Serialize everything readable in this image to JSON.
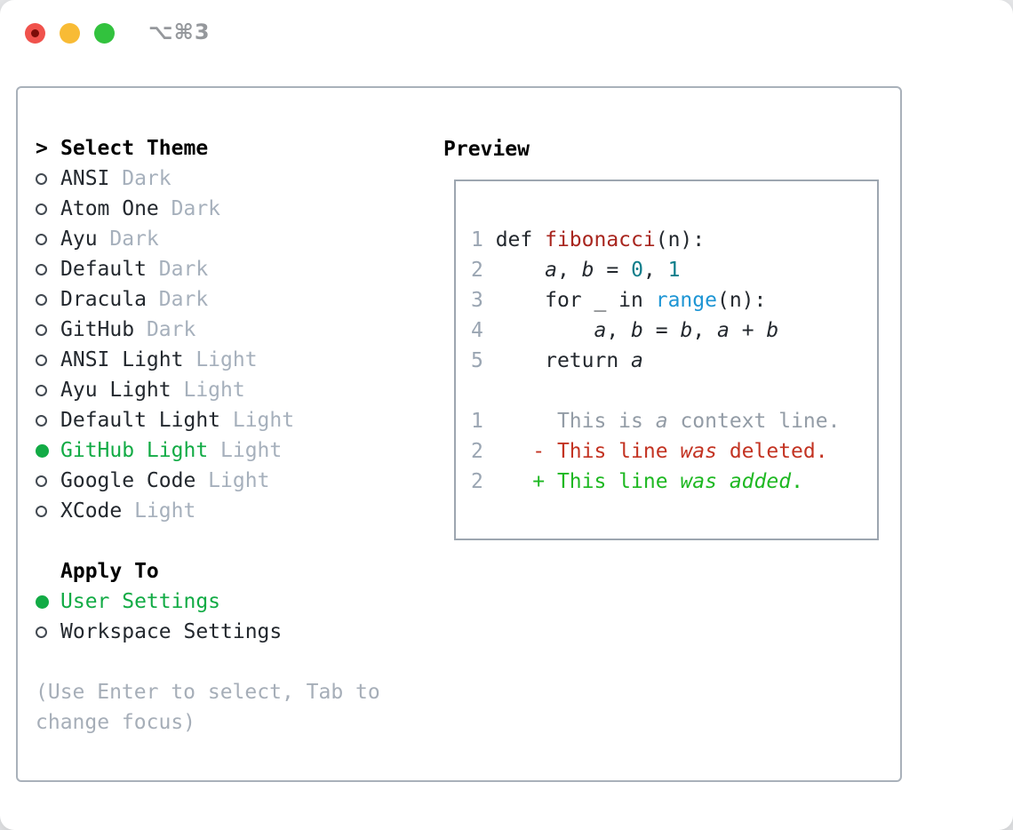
{
  "window": {
    "shortcut_title": "⌥⌘3",
    "traffic_lights": [
      "close",
      "minimize",
      "zoom"
    ]
  },
  "colors": {
    "ink": "#23282e",
    "border": "#a9b1ba",
    "muted": "#a6b0bc",
    "help": "#a6aeb8",
    "lineno": "#9aa5b2",
    "green_sel": "#12ab45",
    "add_green": "#1eb822",
    "del_red": "#c33322",
    "func_red": "#a8251e",
    "num_teal": "#0d7d8a",
    "builtin_blue": "#1d95d4",
    "ctx_gray": "#939ca6",
    "tl_red": "#f0524c",
    "tl_red_dot": "#7b0d08",
    "tl_yellow": "#f8bb35",
    "tl_green": "#32c23e"
  },
  "theme_selector": {
    "prompt": ">",
    "title": "Select Theme",
    "items": [
      {
        "name": "ANSI",
        "variant": "Dark",
        "selected": false
      },
      {
        "name": "Atom One",
        "variant": "Dark",
        "selected": false
      },
      {
        "name": "Ayu",
        "variant": "Dark",
        "selected": false
      },
      {
        "name": "Default",
        "variant": "Dark",
        "selected": false
      },
      {
        "name": "Dracula",
        "variant": "Dark",
        "selected": false
      },
      {
        "name": "GitHub",
        "variant": "Dark",
        "selected": false
      },
      {
        "name": "ANSI Light",
        "variant": "Light",
        "selected": false
      },
      {
        "name": "Ayu Light",
        "variant": "Light",
        "selected": false
      },
      {
        "name": "Default Light",
        "variant": "Light",
        "selected": false
      },
      {
        "name": "GitHub Light",
        "variant": "Light",
        "selected": true
      },
      {
        "name": "Google Code",
        "variant": "Light",
        "selected": false
      },
      {
        "name": "XCode",
        "variant": "Light",
        "selected": false
      }
    ]
  },
  "apply_to": {
    "title": "Apply To",
    "options": [
      {
        "label": "User Settings",
        "selected": true
      },
      {
        "label": "Workspace Settings",
        "selected": false
      }
    ]
  },
  "help": {
    "line1": "(Use Enter to select, Tab to",
    "line2": "change focus)"
  },
  "preview": {
    "title": "Preview",
    "lines": [
      [
        {
          "t": "1 ",
          "s": "ln"
        },
        {
          "t": "def ",
          "s": "p"
        },
        {
          "t": "fibonacci",
          "s": "fn"
        },
        {
          "t": "(n):",
          "s": "p"
        }
      ],
      [
        {
          "t": "2 ",
          "s": "ln"
        },
        {
          "t": "    ",
          "s": "p"
        },
        {
          "t": "a",
          "s": "v"
        },
        {
          "t": ", ",
          "s": "p"
        },
        {
          "t": "b",
          "s": "v"
        },
        {
          "t": " = ",
          "s": "p"
        },
        {
          "t": "0",
          "s": "n"
        },
        {
          "t": ", ",
          "s": "p"
        },
        {
          "t": "1",
          "s": "n"
        }
      ],
      [
        {
          "t": "3 ",
          "s": "ln"
        },
        {
          "t": "    for _ in ",
          "s": "p"
        },
        {
          "t": "range",
          "s": "bi"
        },
        {
          "t": "(n):",
          "s": "p"
        }
      ],
      [
        {
          "t": "4 ",
          "s": "ln"
        },
        {
          "t": "        ",
          "s": "p"
        },
        {
          "t": "a",
          "s": "v"
        },
        {
          "t": ", ",
          "s": "p"
        },
        {
          "t": "b",
          "s": "v"
        },
        {
          "t": " = ",
          "s": "p"
        },
        {
          "t": "b",
          "s": "v"
        },
        {
          "t": ", ",
          "s": "p"
        },
        {
          "t": "a",
          "s": "v"
        },
        {
          "t": " + ",
          "s": "p"
        },
        {
          "t": "b",
          "s": "v"
        }
      ],
      [
        {
          "t": "5 ",
          "s": "ln"
        },
        {
          "t": "    return ",
          "s": "p"
        },
        {
          "t": "a",
          "s": "v"
        }
      ],
      [],
      [
        {
          "t": "1",
          "s": "ln"
        },
        {
          "t": "      This is ",
          "s": "ctx"
        },
        {
          "t": "a",
          "s": "ctxi"
        },
        {
          "t": " context line.",
          "s": "ctx"
        }
      ],
      [
        {
          "t": "2",
          "s": "ln"
        },
        {
          "t": "    ",
          "s": "p"
        },
        {
          "t": "- This line ",
          "s": "del"
        },
        {
          "t": "was",
          "s": "deli"
        },
        {
          "t": " deleted.",
          "s": "del"
        }
      ],
      [
        {
          "t": "2",
          "s": "ln"
        },
        {
          "t": "    ",
          "s": "p"
        },
        {
          "t": "+ This line ",
          "s": "add"
        },
        {
          "t": "was",
          "s": "addi"
        },
        {
          "t": " ",
          "s": "add"
        },
        {
          "t": "added",
          "s": "addi"
        },
        {
          "t": ".",
          "s": "add"
        }
      ]
    ]
  }
}
